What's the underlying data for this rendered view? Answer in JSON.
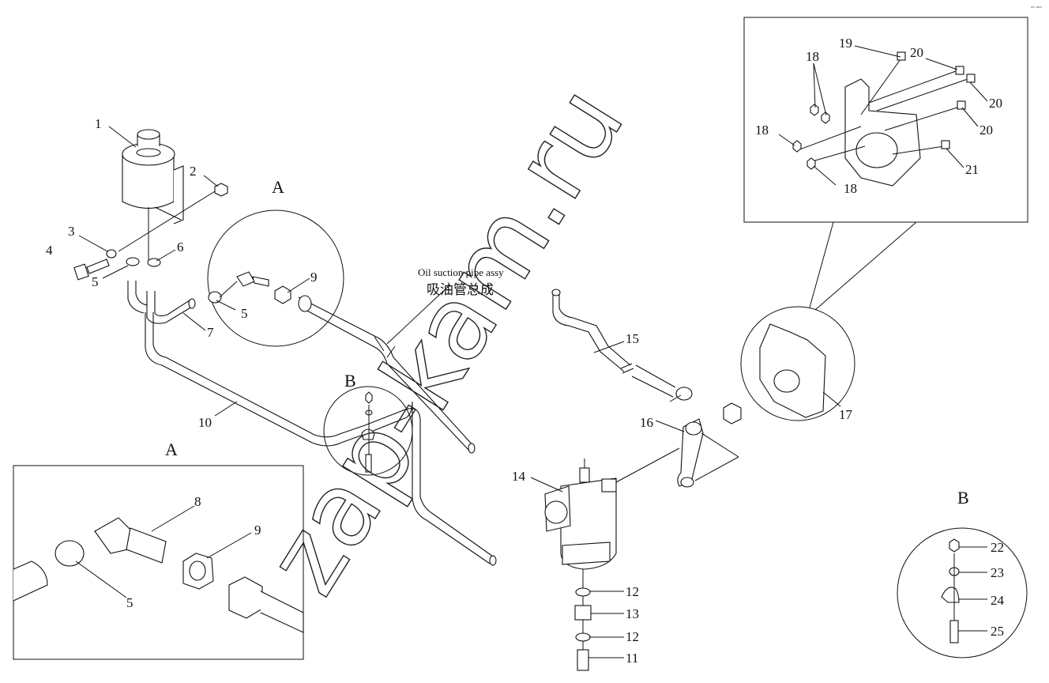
{
  "corner_mark": "ᵃᵇ ᵃᵃᵃ",
  "watermark": "zap-kam.ru",
  "pipe_caption": {
    "en": "Oil suction pipe assy",
    "zh": "吸油管总成"
  },
  "detail_letters": {
    "a_circle": "A",
    "b_circle": "B",
    "a_box": "A",
    "b_box": "B"
  },
  "callouts": {
    "c1": "1",
    "c2": "2",
    "c3": "3",
    "c4": "4",
    "c5a": "5",
    "c5b": "5",
    "c5c": "5",
    "c6": "6",
    "c7": "7",
    "c8": "8",
    "c9a": "9",
    "c9b": "9",
    "c10": "10",
    "c11": "11",
    "c12a": "12",
    "c12b": "12",
    "c13": "13",
    "c14": "14",
    "c15": "15",
    "c16": "16",
    "c17": "17",
    "c18a": "18",
    "c18b": "18",
    "c18c": "18",
    "c19": "19",
    "c20a": "20",
    "c20b": "20",
    "c20c": "20",
    "c21": "21",
    "c22": "22",
    "c23": "23",
    "c24": "24",
    "c25": "25"
  }
}
